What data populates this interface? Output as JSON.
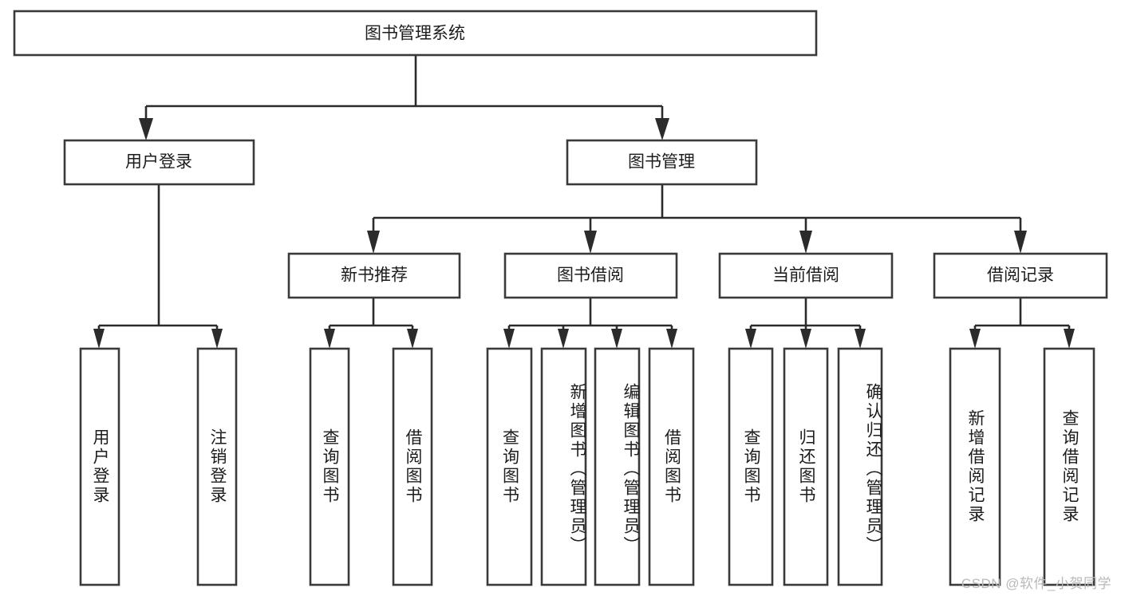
{
  "diagram": {
    "title": "图书管理系统",
    "watermark": "CSDN @软件_小贺同学",
    "colors": {
      "box_stroke": "#3a3a3a",
      "connector": "#2b2b2b",
      "text": "#1c1c1c",
      "background": "#ffffff",
      "watermark": "#b9b9b9"
    },
    "levels": [
      {
        "level": 1,
        "orientation": "horizontal",
        "nodes": [
          {
            "id": "root",
            "label": "图书管理系统"
          }
        ]
      },
      {
        "level": 2,
        "orientation": "horizontal",
        "nodes": [
          {
            "id": "login",
            "label": "用户登录",
            "parent": "root"
          },
          {
            "id": "bookmgmt",
            "label": "图书管理",
            "parent": "root"
          }
        ]
      },
      {
        "level": 3,
        "orientation": "horizontal",
        "nodes": [
          {
            "id": "newbook",
            "label": "新书推荐",
            "parent": "bookmgmt"
          },
          {
            "id": "borrow",
            "label": "图书借阅",
            "parent": "bookmgmt"
          },
          {
            "id": "current",
            "label": "当前借阅",
            "parent": "bookmgmt"
          },
          {
            "id": "records",
            "label": "借阅记录",
            "parent": "bookmgmt"
          }
        ]
      },
      {
        "level": 4,
        "orientation": "vertical",
        "nodes": [
          {
            "id": "leaf1",
            "label": "用户登录",
            "parent": "login"
          },
          {
            "id": "leaf2",
            "label": "注销登录",
            "parent": "login"
          },
          {
            "id": "leaf3",
            "label": "查询图书",
            "parent": "newbook"
          },
          {
            "id": "leaf4",
            "label": "借阅图书",
            "parent": "newbook"
          },
          {
            "id": "leaf5",
            "label": "查询图书",
            "parent": "borrow"
          },
          {
            "id": "leaf6",
            "label": "新增图书（管理员）",
            "parent": "borrow"
          },
          {
            "id": "leaf7",
            "label": "编辑图书（管理员）",
            "parent": "borrow"
          },
          {
            "id": "leaf8",
            "label": "借阅图书",
            "parent": "borrow"
          },
          {
            "id": "leaf9",
            "label": "查询图书",
            "parent": "current"
          },
          {
            "id": "leaf10",
            "label": "归还图书",
            "parent": "current"
          },
          {
            "id": "leaf11",
            "label": "确认归还（管理员）",
            "parent": "current"
          },
          {
            "id": "leaf12",
            "label": "新增借阅记录",
            "parent": "records"
          },
          {
            "id": "leaf13",
            "label": "查询借阅记录",
            "parent": "records"
          }
        ]
      }
    ]
  }
}
